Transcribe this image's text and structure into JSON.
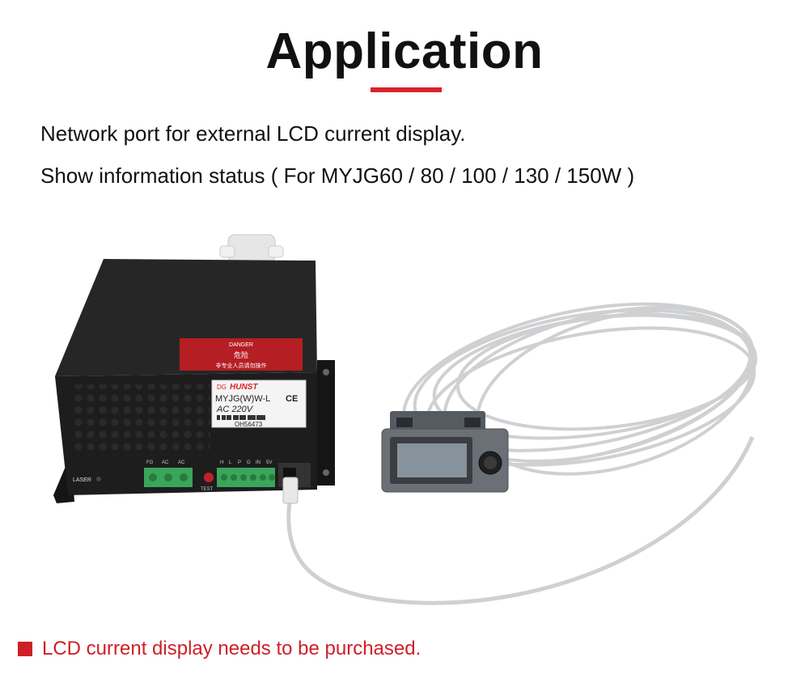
{
  "title": "Application",
  "description": {
    "line1": "Network port for external LCD current display.",
    "line2": "Show information status ( For MYJG60 / 80 / 100 / 130 / 150W )"
  },
  "device": {
    "danger_label": "DANGER",
    "danger_cn": "危险",
    "warning_cn": "非专业人员请勿操作",
    "brand": "HUNST",
    "brand_prefix": "DG",
    "model": "MYJG(W)W-L",
    "voltage": "AC 220V",
    "serial": "OH56473",
    "ce_mark": "CE",
    "laser_label": "LASER",
    "test_label": "TEST",
    "terminal_left": [
      "FG",
      "AC",
      "AC"
    ],
    "terminal_mid": [
      "H",
      "L",
      "P",
      "G",
      "IN",
      "5V"
    ]
  },
  "note": {
    "text": "LCD current display needs to be purchased."
  },
  "colors": {
    "accent_red": "#d8232a",
    "note_red": "#cf1f26",
    "terminal_green": "#3aa55b"
  }
}
